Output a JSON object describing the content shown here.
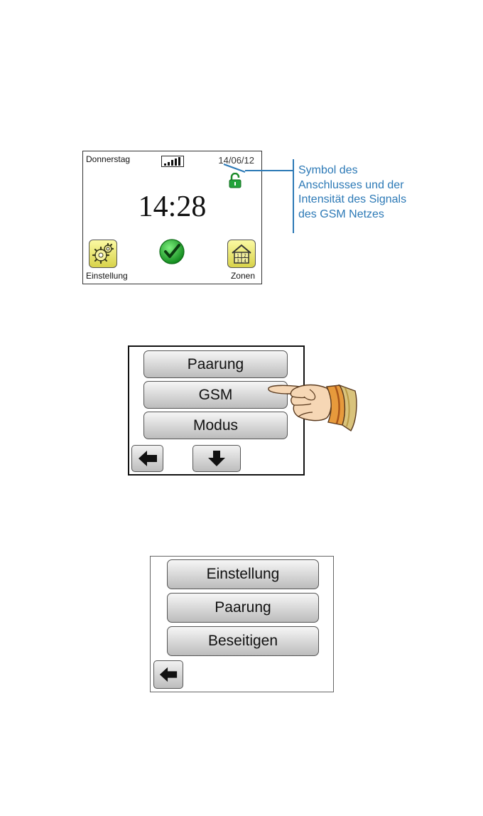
{
  "home_screen": {
    "day": "Donnerstag",
    "date": "14/06/12",
    "time": "14:28",
    "settings_label": "Einstellung",
    "zones_label": "Zonen",
    "zones_icon_text": "1|2|3|4"
  },
  "annotation": {
    "text": "Symbol des Anschlusses und der Intensität des Signals des GSM Netzes",
    "color": "#2c79b6"
  },
  "menu_gsm": {
    "buttons": [
      "Paarung",
      "GSM",
      "Modus"
    ]
  },
  "menu_settings": {
    "buttons": [
      "Einstellung",
      "Paarung",
      "Beseitigen"
    ]
  },
  "icons": {
    "signal": "signal-bars-icon",
    "lock": "padlock-open-icon",
    "settings": "gears-icon",
    "status": "checkmark-icon",
    "zones": "house-zones-icon",
    "back": "arrow-left-icon",
    "down": "arrow-down-icon",
    "hand": "pointing-hand-icon"
  }
}
